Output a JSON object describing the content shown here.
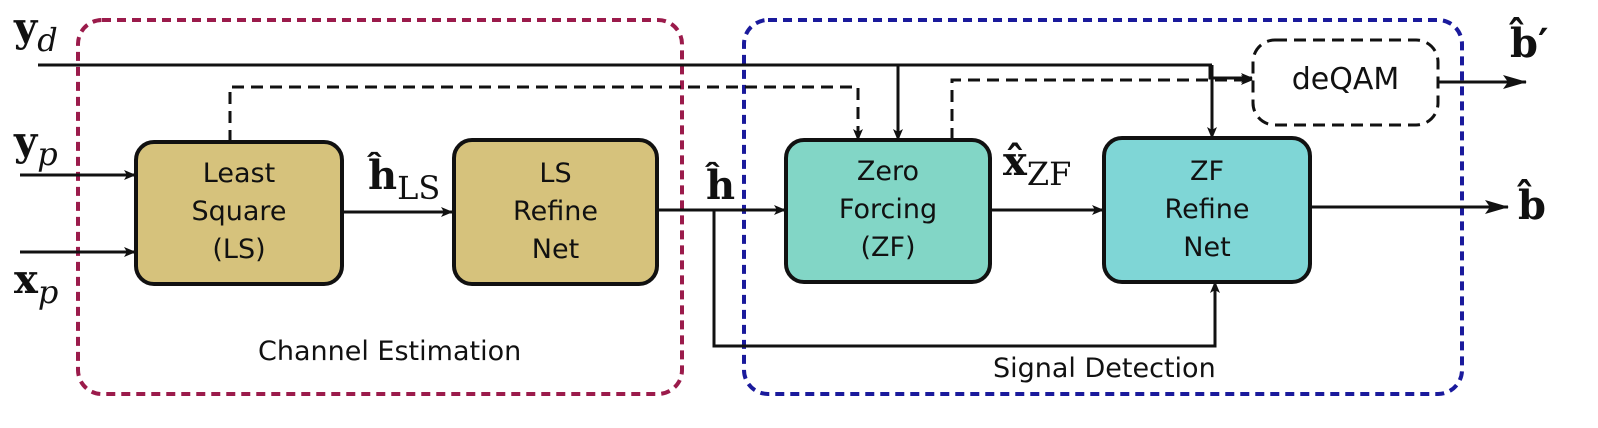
{
  "groups": {
    "channel_estimation": "Channel Estimation",
    "signal_detection": "Signal Detection"
  },
  "blocks": {
    "ls": [
      "Least",
      "Square",
      "(LS)"
    ],
    "ls_refine": [
      "LS",
      "Refine",
      "Net"
    ],
    "zf": [
      "Zero",
      "Forcing",
      "(ZF)"
    ],
    "zf_refine": [
      "ZF",
      "Refine",
      "Net"
    ],
    "deqam": "deQAM"
  },
  "signals": {
    "y_d": {
      "base": "y",
      "sub": "d"
    },
    "y_p": {
      "base": "y",
      "sub": "p"
    },
    "x_p": {
      "base": "x",
      "sub": "p"
    },
    "h_ls": {
      "base": "ĥ",
      "sub": "LS"
    },
    "h_hat": {
      "base": "ĥ"
    },
    "x_zf": {
      "base": "x̂",
      "sub": "ZF"
    },
    "b_hat_prime": {
      "base": "b̂′"
    },
    "b_hat": {
      "base": "b̂"
    }
  },
  "colors": {
    "channel_estimation_border": "#9b1b4b",
    "signal_detection_border": "#1a1a9c",
    "ls_block_fill": "#d6c27c",
    "zf_block_fill": "#82d6c6",
    "zf_refine_fill": "#7fd6d6",
    "line": "#111111"
  }
}
